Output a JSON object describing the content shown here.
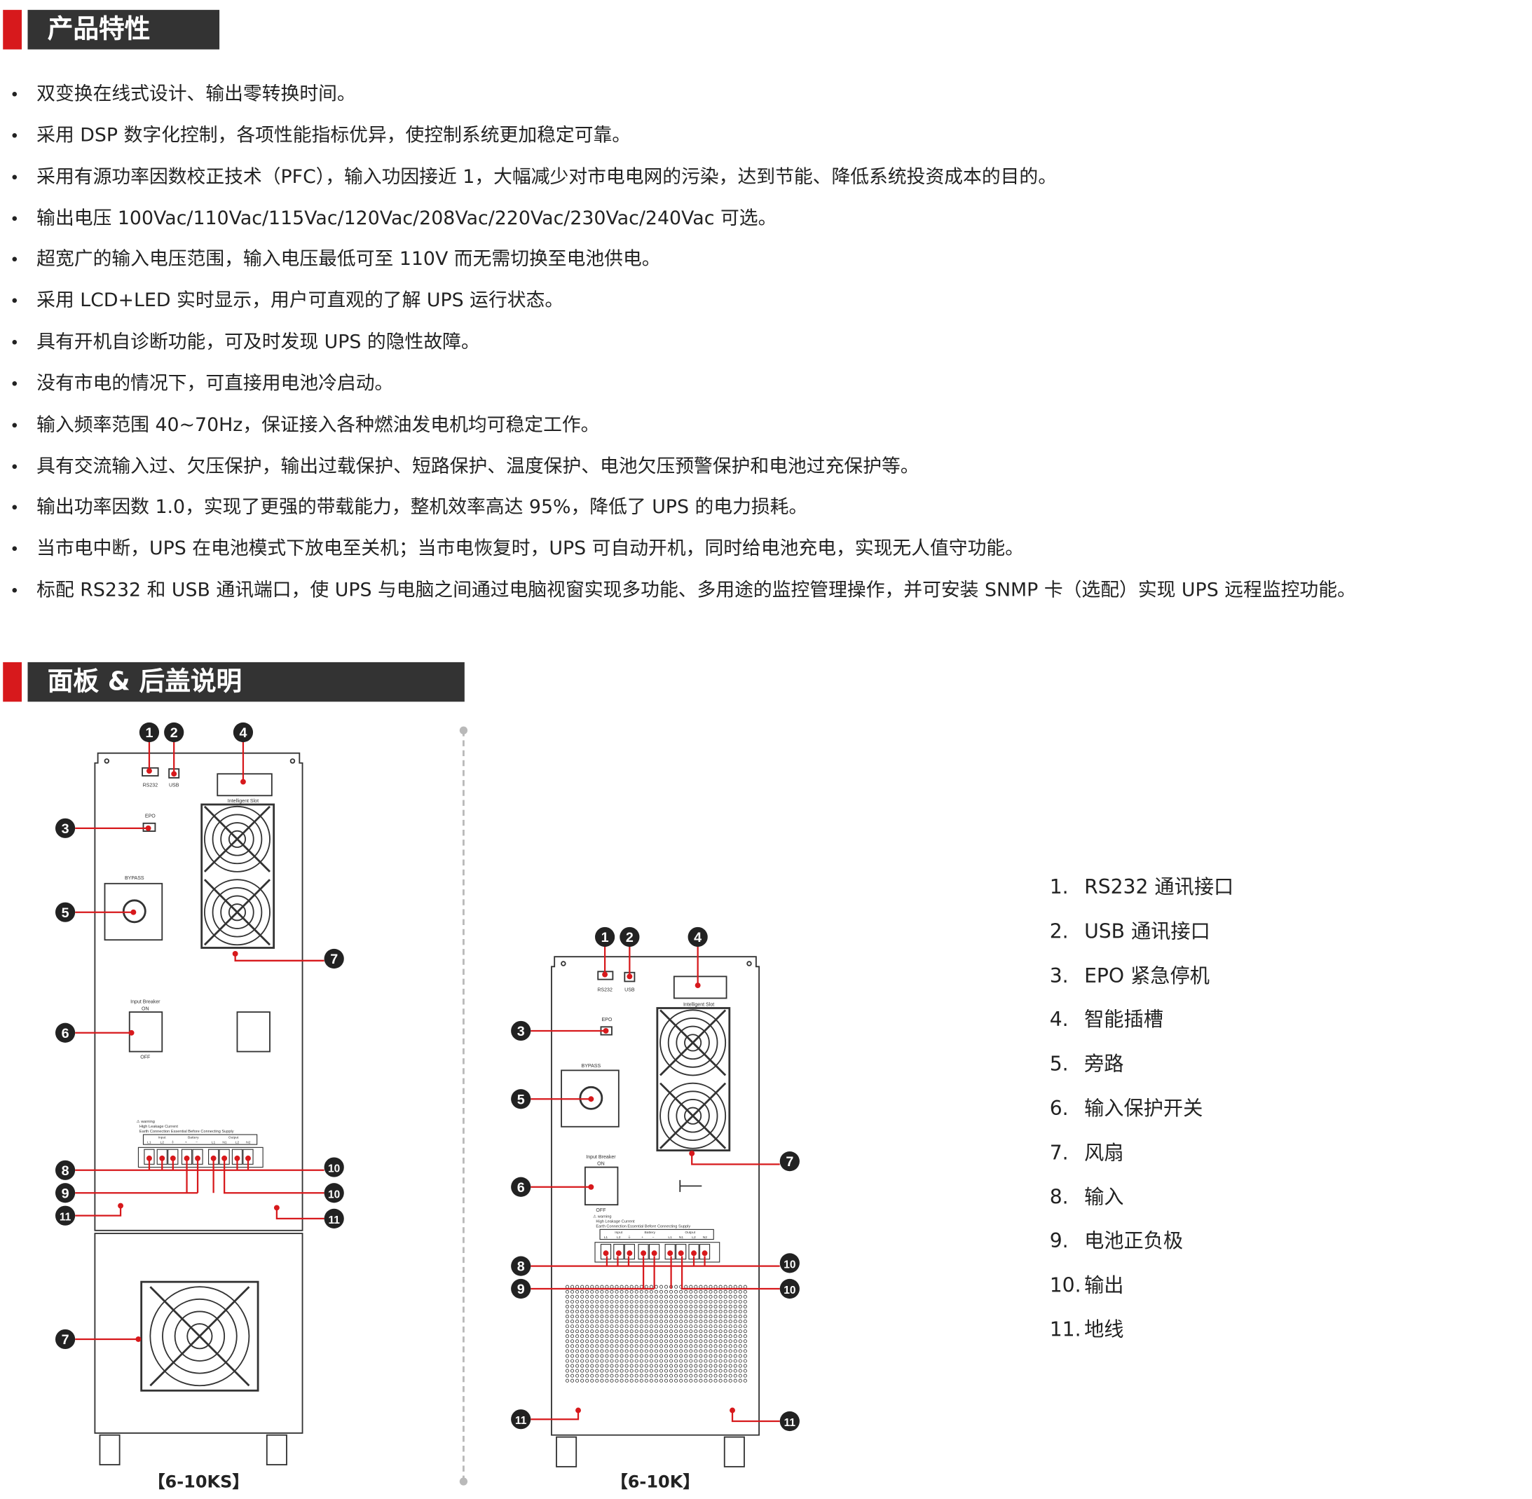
{
  "section1": {
    "title": "产品特性"
  },
  "features": [
    "双变换在线式设计、输出零转换时间。",
    "采用 DSP 数字化控制，各项性能指标优异，使控制系统更加稳定可靠。",
    "采用有源功率因数校正技术（PFC），输入功因接近 1，大幅减少对市电电网的污染，达到节能、降低系统投资成本的目的。",
    "输出电压 100Vac/110Vac/115Vac/120Vac/208Vac/220Vac/230Vac/240Vac 可选。",
    "超宽广的输入电压范围，输入电压最低可至 110V 而无需切换至电池供电。",
    "采用 LCD+LED 实时显示，用户可直观的了解 UPS 运行状态。",
    "具有开机自诊断功能，可及时发现 UPS 的隐性故障。",
    "没有市电的情况下，可直接用电池冷启动。",
    "输入频率范围 40~70Hz，保证接入各种燃油发电机均可稳定工作。",
    "具有交流输入过、欠压保护，输出过载保护、短路保护、温度保护、电池欠压预警保护和电池过充保护等。",
    "输出功率因数 1.0，实现了更强的带载能力，整机效率高达 95%，降低了 UPS 的电力损耗。",
    "当市电中断，UPS 在电池模式下放电至关机；当市电恢复时，UPS 可自动开机，同时给电池充电，实现无人值守功能。",
    "标配 RS232 和 USB 通讯端口，使 UPS 与电脑之间通过电脑视窗实现多功能、多用途的监控管理操作，并可安装 SNMP 卡（选配）实现 UPS 远程监控功能。"
  ],
  "bullet_char": "•",
  "section2": {
    "title": "面板 & 后盖说明"
  },
  "diagram": {
    "callouts": [
      "1",
      "2",
      "3",
      "4",
      "5",
      "6",
      "7",
      "8",
      "9",
      "10",
      "11"
    ],
    "rs232": "RS232",
    "usb": "USB",
    "slot": "Intelligent Slot",
    "epo": "EPO",
    "bypass": "BYPASS",
    "breaker": "Input Breaker",
    "on": "ON",
    "off": "OFF",
    "warn1": "⚠ warning",
    "warn2": "High Leakage Current",
    "warn3": "Earth Connection Essential Before Connecting Supply",
    "grp_input": "Input",
    "grp_battery": "Battery",
    "grp_output": "Output",
    "terminals": [
      "L1",
      "L2",
      "⏚",
      "+",
      "−",
      "L1",
      "N1",
      "L2",
      "N2"
    ]
  },
  "models": {
    "left": "【6-10KS】",
    "right": "【6-10K】"
  },
  "legend": [
    {
      "num": "1.",
      "label": "RS232 通讯接口"
    },
    {
      "num": "2.",
      "label": "USB 通讯接口"
    },
    {
      "num": "3.",
      "label": "EPO 紧急停机"
    },
    {
      "num": "4.",
      "label": "智能插槽"
    },
    {
      "num": "5.",
      "label": "旁路"
    },
    {
      "num": "6.",
      "label": "输入保护开关"
    },
    {
      "num": "7.",
      "label": "风扇"
    },
    {
      "num": "8.",
      "label": "输入"
    },
    {
      "num": "9.",
      "label": "电池正负极"
    },
    {
      "num": "10.",
      "label": "输出"
    },
    {
      "num": "11.",
      "label": "地线"
    }
  ],
  "colors": {
    "accent": "#d7191c",
    "header_bg": "#333333",
    "callout": "#222222"
  }
}
